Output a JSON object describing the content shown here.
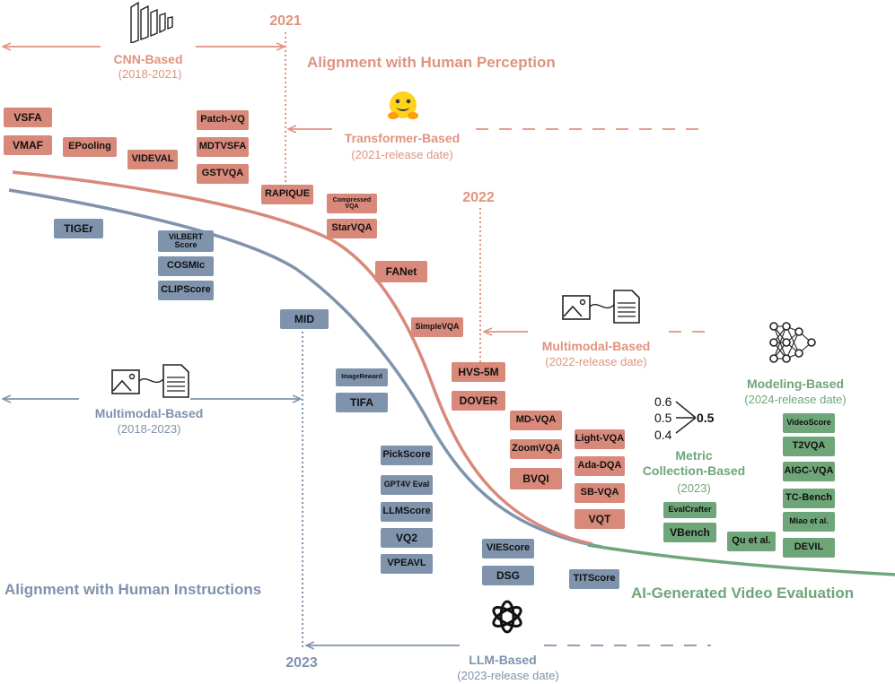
{
  "years": {
    "y2021": "2021",
    "y2022": "2022",
    "y2023": "2023"
  },
  "headings": {
    "human_perception": "Alignment with Human Perception",
    "human_instructions": "Alignment with Human Instructions",
    "aigc_eval": "AI-Generated Video Evaluation"
  },
  "eras": {
    "cnn": {
      "title": "CNN-Based",
      "date": "(2018-2021)"
    },
    "transformer": {
      "title": "Transformer-Based",
      "date": "(2021-release date)"
    },
    "multimodal_2022": {
      "title": "Multimodal-Based",
      "date": "(2022-release date)"
    },
    "multimodal_2018": {
      "title": "Multimodal-Based",
      "date": "(2018-2023)"
    },
    "modeling": {
      "title": "Modeling-Based",
      "date": "(2024-release date)"
    },
    "metric": {
      "title_line1": "Metric",
      "title_line2": "Collection-Based",
      "date": "(2023)"
    },
    "llm": {
      "title": "LLM-Based",
      "date": "(2023-release date)"
    }
  },
  "metric_numbers": {
    "a": "0.6",
    "b": "0.5",
    "c": "0.4",
    "result": "0.5"
  },
  "methods": {
    "vsfa": "VSFA",
    "vmaf": "VMAF",
    "epooling": "EPooling",
    "videval": "VIDEVAL",
    "patch_vq": "Patch-VQ",
    "mdtvsfa": "MDTVSFA",
    "gstvqa": "GSTVQA",
    "rapique": "RAPIQUE",
    "compressed_vqa_1": "Compressed",
    "compressed_vqa_2": "VQA",
    "starvqa": "StarVQA",
    "fanet": "FANet",
    "simplevqa": "SimpleVQA",
    "hvs5m": "HVS-5M",
    "dover": "DOVER",
    "mdvqa": "MD-VQA",
    "zoomvqa": "ZoomVQA",
    "bvqi": "BVQI",
    "lightvqa": "Light-VQA",
    "adadqa": "Ada-DQA",
    "sbvqa": "SB-VQA",
    "vqt": "VQT",
    "tiger": "TIGEr",
    "vilbert_1": "ViLBERT",
    "vilbert_2": "Score",
    "cosmic": "COSMIc",
    "clipscore": "CLIPScore",
    "mid": "MID",
    "imagereward": "ImageReward",
    "tifa": "TIFA",
    "pickscore": "PickScore",
    "gpt4v": "GPT4V Eval",
    "llmscore": "LLMScore",
    "vq2": "VQ2",
    "vpeavl": "VPEAVL",
    "viescore": "VIEScore",
    "dsg": "DSG",
    "titscore": "TITScore",
    "evalcrafter": "EvalCrafter",
    "vbench": "VBench",
    "quetal": "Qu et al.",
    "videoscore": "VideoScore",
    "t2vqa": "T2VQA",
    "aigcvqa": "AIGC-VQA",
    "tcbench": "TC-Bench",
    "miaoetal": "Miao et al.",
    "devil": "DEVIL"
  },
  "colors": {
    "pink": "#d9897a",
    "blue": "#7f93ad",
    "green": "#6fa679",
    "pink_text": "#e0937f"
  },
  "icons": [
    "cnn-layers-icon",
    "hugging-face-icon",
    "image-document-icon",
    "neural-network-icon",
    "openai-icon"
  ]
}
